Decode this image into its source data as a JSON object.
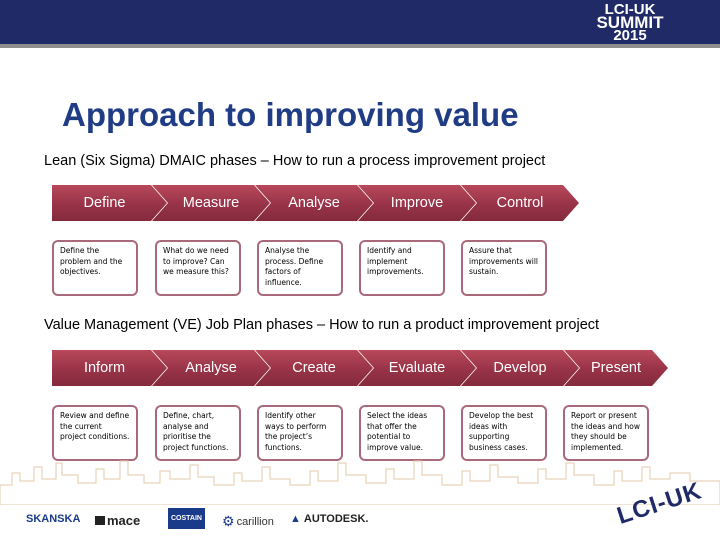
{
  "header": {
    "logo_line1": "LCI-UK",
    "logo_line2": "SUMMIT",
    "logo_line3": "2015"
  },
  "title": "Approach to improving value",
  "dmaic": {
    "subtitle": "Lean (Six Sigma) DMAIC phases – How to run a process improvement project",
    "phases": [
      {
        "label": "Define",
        "desc": "Define the problem and the objectives."
      },
      {
        "label": "Measure",
        "desc": "What do we need to improve? Can we measure this?"
      },
      {
        "label": "Analyse",
        "desc": "Analyse the process. Define factors of influence."
      },
      {
        "label": "Improve",
        "desc": "Identify and implement improvements."
      },
      {
        "label": "Control",
        "desc": "Assure that improvements will sustain."
      }
    ]
  },
  "ve": {
    "subtitle": "Value Management (VE) Job Plan phases – How to run a product improvement project",
    "phases": [
      {
        "label": "Inform",
        "desc": "Review and define the current project conditions."
      },
      {
        "label": "Analyse",
        "desc": "Define, chart, analyse and prioritise the project functions."
      },
      {
        "label": "Create",
        "desc": "Identify other ways to perform the project’s functions."
      },
      {
        "label": "Evaluate",
        "desc": "Select the ideas that offer the potential to improve value."
      },
      {
        "label": "Develop",
        "desc": "Develop the best ideas with supporting business cases."
      },
      {
        "label": "Present",
        "desc": "Report or present the ideas and how they should be implemented."
      }
    ]
  },
  "sponsors": [
    "SKANSKA",
    "mace",
    "COSTAIN",
    "carillion",
    "AUTODESK."
  ],
  "footer_logo": "LCI-UK",
  "colors": {
    "header_bg": "#1f2a66",
    "chevron": "#983348",
    "title": "#1f3c84"
  }
}
